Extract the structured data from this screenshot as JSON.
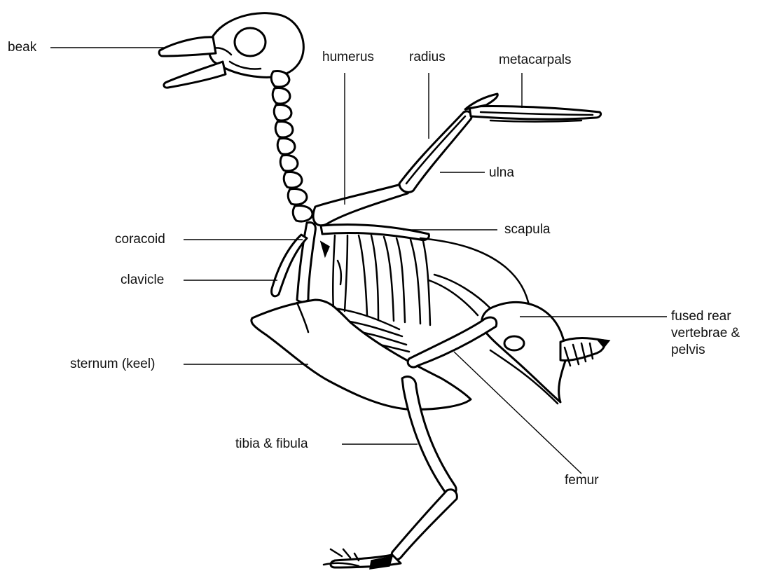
{
  "labels": {
    "beak": "beak",
    "humerus": "humerus",
    "radius": "radius",
    "metacarpals": "metacarpals",
    "ulna": "ulna",
    "scapula": "scapula",
    "coracoid": "coracoid",
    "clavicle": "clavicle",
    "fused_rear_vertebrae_pelvis": "fused rear vertebrae & pelvis",
    "sternum": "sternum (keel)",
    "tibia_fibula": "tibia & fibula",
    "femur": "femur"
  },
  "colors": {
    "background": "#ffffff",
    "ink": "#000000"
  }
}
